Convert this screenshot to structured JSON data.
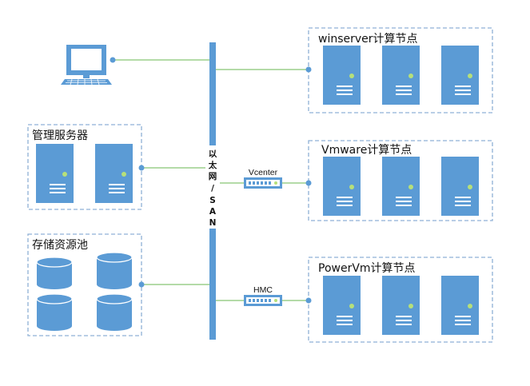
{
  "colors": {
    "server_fill": "#5b9bd5",
    "server_stroke": "#4a86c0",
    "dashed_border": "#8fb1d6",
    "bus_fill": "#5b9bd5",
    "line_green": "#9ccf8b",
    "connector_dot": "#5b9bd5",
    "led_green": "#b6e07a"
  },
  "network_bus": {
    "label_chars": [
      "以",
      "太",
      "网",
      "/",
      "S",
      "A",
      "N"
    ]
  },
  "left_groups": {
    "workstation": {
      "icon": "desktop-computer-icon"
    },
    "management": {
      "label": "管理服务器",
      "server_count": 2
    },
    "storage": {
      "label": "存储资源池",
      "disk_count": 4
    }
  },
  "right_groups": [
    {
      "label": "winserver计算节点",
      "server_count": 3,
      "switch_label": ""
    },
    {
      "label": "Vmware计算节点",
      "server_count": 3,
      "switch_label": "Vcenter"
    },
    {
      "label": "PowerVm计算节点",
      "server_count": 3,
      "switch_label": "HMC"
    }
  ]
}
